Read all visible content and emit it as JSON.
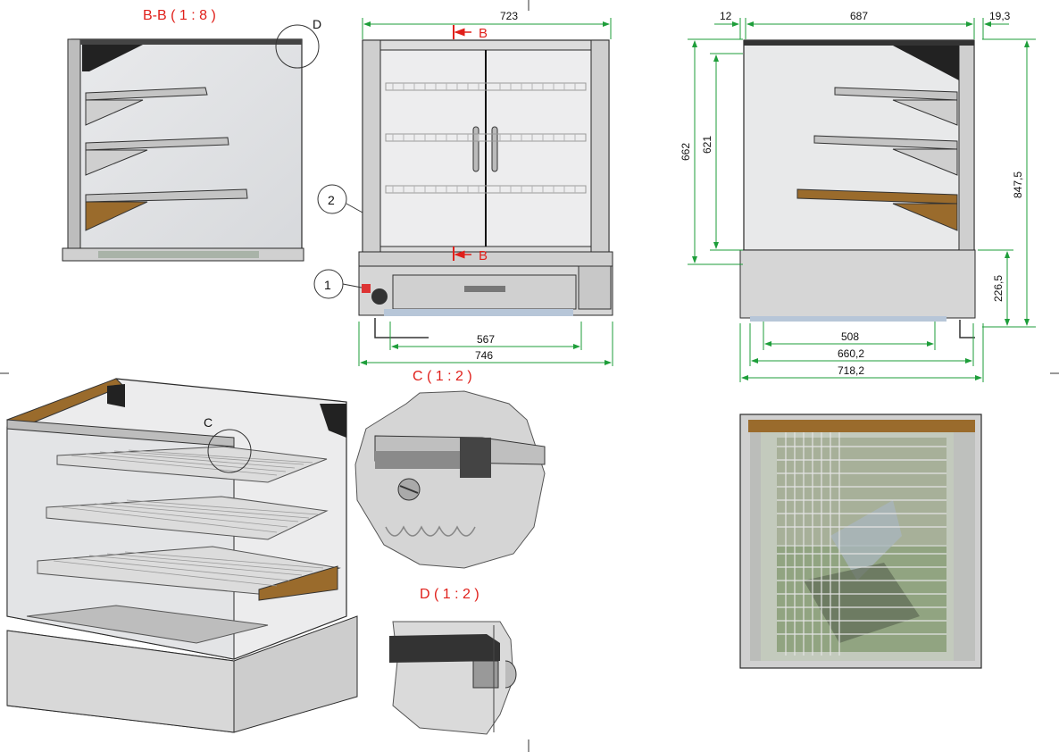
{
  "views": {
    "section_bb": {
      "title": "B-B ( 1 : 8 )",
      "detail_ref": "D"
    },
    "front": {
      "width_top": "723",
      "width_inner": "567",
      "width_total": "746",
      "section_mark": "B",
      "callout_1": "1",
      "callout_2": "2"
    },
    "side": {
      "d_left": "12",
      "d_mid": "687",
      "d_right": "19,3",
      "h_glass_outer": "662",
      "h_glass_inner": "621",
      "h_total": "847,5",
      "h_base": "226,5",
      "w_feet": "508",
      "w_base": "660,2",
      "w_total": "718,2"
    },
    "iso": {
      "detail_ref": "C"
    },
    "detail_c": {
      "title": "C ( 1 : 2 )"
    },
    "detail_d": {
      "title": "D ( 1 : 2 )"
    }
  },
  "colors": {
    "line": "#2a2a2a",
    "dimension": "#1e9e3a",
    "section_red": "#e0201b",
    "steel": "#c9c9c9",
    "wood": "#9a6b2c",
    "glass": "#e2e4e6"
  }
}
